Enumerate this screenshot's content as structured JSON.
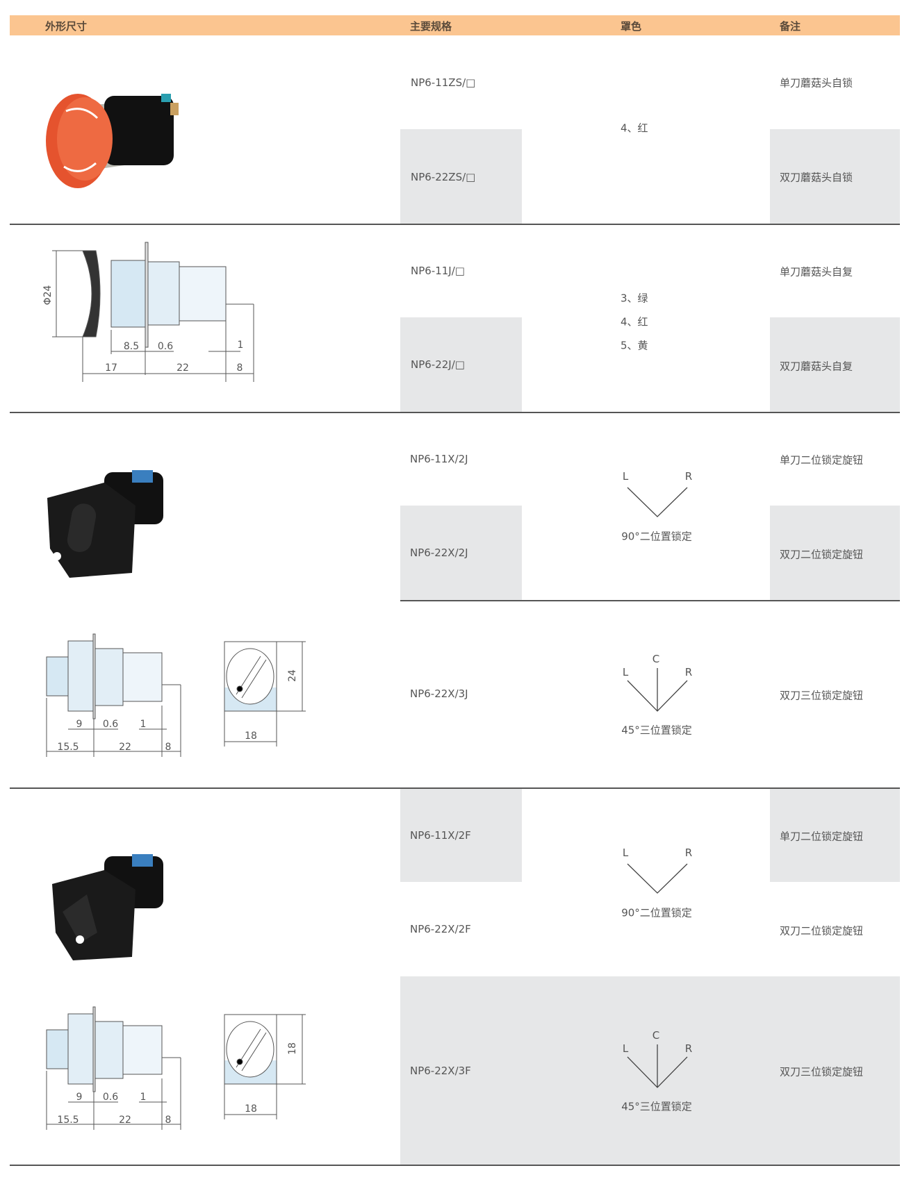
{
  "header": {
    "col1": "外形尺寸",
    "col2": "主要规格",
    "col3": "罩色",
    "col4": "备注"
  },
  "rows": [
    {
      "spec": "NP6-11ZS/□",
      "note": "单刀蘑菇头自锁"
    },
    {
      "spec": "NP6-22ZS/□",
      "note": "双刀蘑菇头自锁"
    },
    {
      "spec": "NP6-11J/□",
      "note": "单刀蘑菇头自复"
    },
    {
      "spec": "NP6-22J/□",
      "note": "双刀蘑菇头自复"
    },
    {
      "spec": "NP6-11X/2J",
      "note": "单刀二位锁定旋钮"
    },
    {
      "spec": "NP6-22X/2J",
      "note": "双刀二位锁定旋钮"
    },
    {
      "spec": "NP6-22X/3J",
      "note": "双刀三位锁定旋钮"
    },
    {
      "spec": "NP6-11X/2F",
      "note": "单刀二位锁定旋钮"
    },
    {
      "spec": "NP6-22X/2F",
      "note": "双刀二位锁定旋钮"
    },
    {
      "spec": "NP6-22X/3F",
      "note": "双刀三位锁定旋钮"
    }
  ],
  "colors": {
    "group1": [
      "4、红"
    ],
    "group2": [
      "3、绿",
      "4、红",
      "5、黄"
    ]
  },
  "positions": {
    "two": {
      "l": "L",
      "r": "R",
      "label": "90°二位置锁定"
    },
    "three": {
      "l": "L",
      "c": "C",
      "r": "R",
      "label": "45°三位置锁定"
    }
  },
  "dims": {
    "d1": {
      "dia": "Φ24",
      "a": "8.5",
      "b": "0.6",
      "c": "1",
      "d": "17",
      "e": "22",
      "f": "8"
    },
    "d2": {
      "a": "9",
      "b": "0.6",
      "c": "1",
      "d": "15.5",
      "e": "22",
      "f": "8",
      "h": "24",
      "w": "18"
    },
    "d3": {
      "a": "9",
      "b": "0.6",
      "c": "1",
      "d": "15.5",
      "e": "22",
      "f": "8",
      "h": "18",
      "w": "18"
    }
  },
  "accent": "#fbc590"
}
